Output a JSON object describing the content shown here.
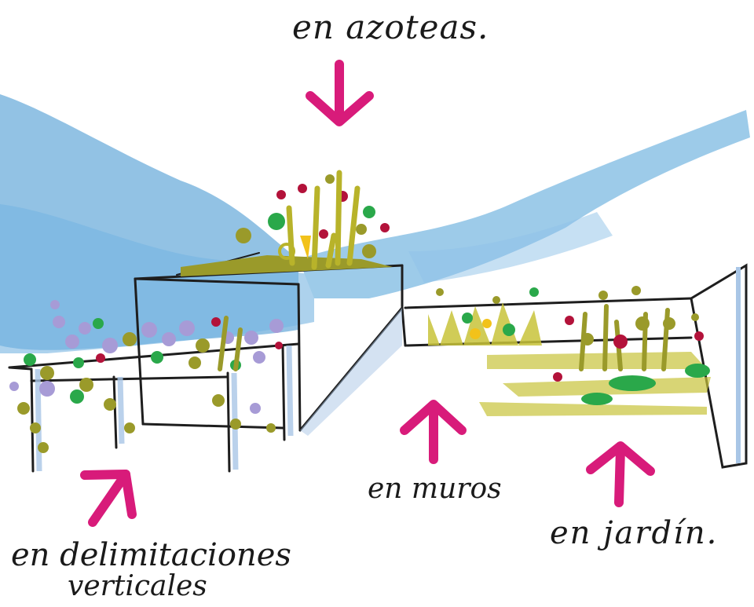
{
  "labels": {
    "roofs": "en azoteas.",
    "walls": "en muros",
    "garden": "en jardín.",
    "vertical_line1": "en delimitaciones",
    "vertical_line2": "verticales"
  },
  "colors": {
    "sky": "#7fb8e0",
    "arrow": "#d81b7a",
    "ink": "#1e1e1e",
    "olive": "#9a9a2a",
    "lime": "#c8c33a",
    "green": "#2aa84a",
    "lavender": "#a79bd6",
    "crimson": "#b3123a",
    "yellow": "#f2c21a",
    "shadow": "#a9c6e6"
  }
}
